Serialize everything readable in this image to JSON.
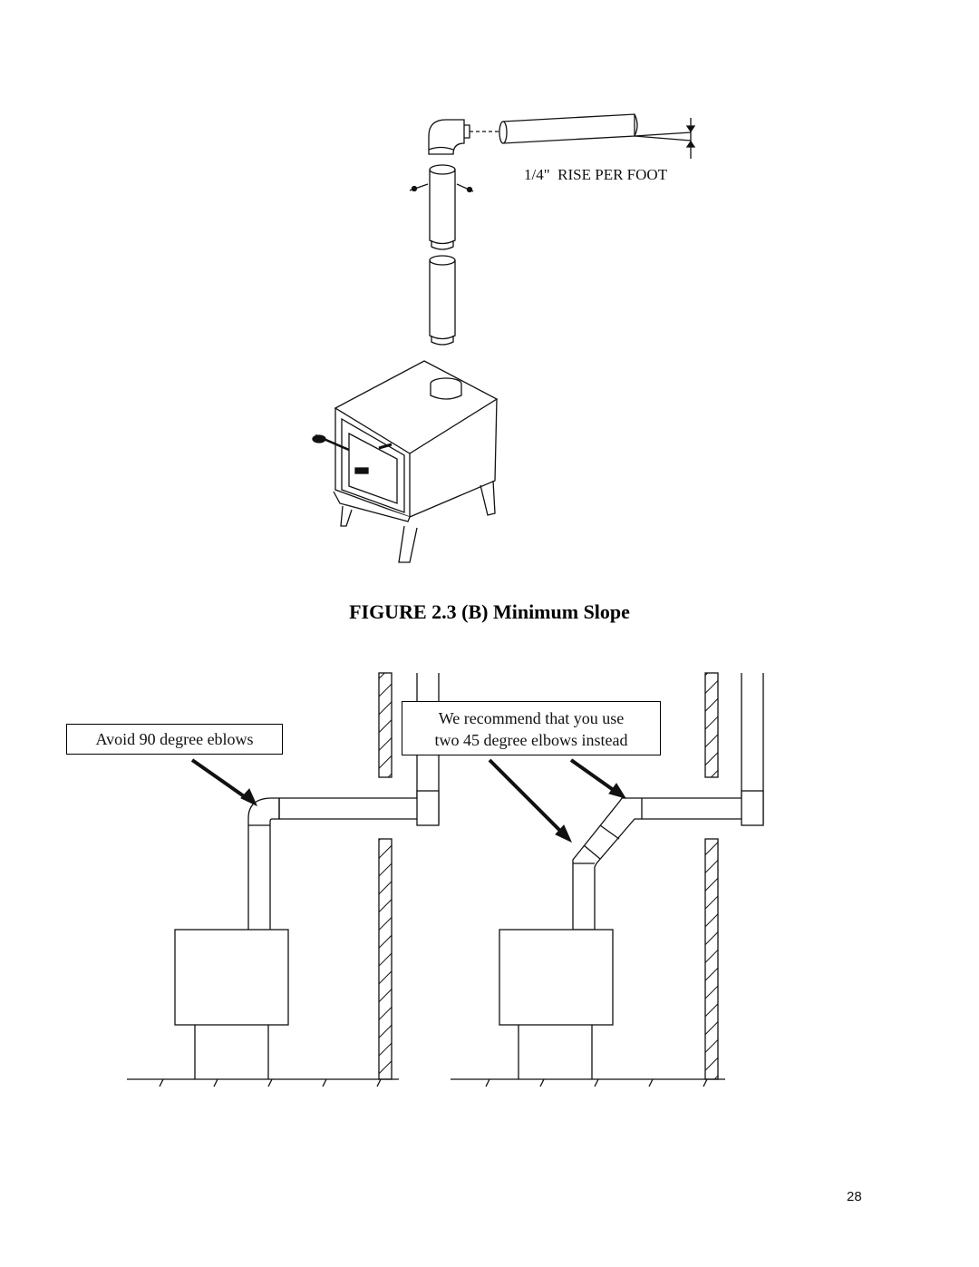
{
  "figure": {
    "rise_label": "1/4\"  RISE PER FOOT",
    "caption": "FIGURE 2.3 (B)  Minimum Slope"
  },
  "callouts": {
    "avoid": "Avoid 90 degree eblows",
    "recommend_line1": "We recommend that you use",
    "recommend_line2": "two 45 degree elbows instead"
  },
  "page_number": "28"
}
